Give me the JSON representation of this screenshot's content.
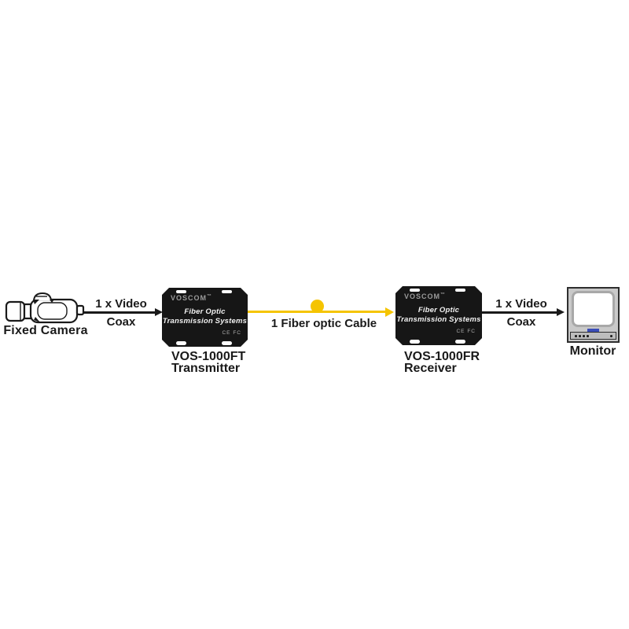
{
  "colors": {
    "fiber": "#F5C400",
    "ink": "#1a1a1a",
    "device_bg": "#161616",
    "device_text": "#f2f2f2",
    "brand_text": "#9a9a9a",
    "monitor_frame": "#c9c9c9",
    "monitor_accent": "#3b4db8"
  },
  "camera": {
    "label": "Fixed Camera"
  },
  "coax_left": {
    "line1": "1 x Video",
    "line2": "Coax"
  },
  "transmitter": {
    "brand": "VOSCOM",
    "trademark": "™",
    "tagline1": "Fiber Optic",
    "tagline2": "Transmission Systems",
    "cert1": "CE",
    "cert2": "FC",
    "model": "VOS-1000FT",
    "role": "Transmitter"
  },
  "fiber": {
    "label": "1 Fiber optic Cable"
  },
  "receiver": {
    "brand": "VOSCOM",
    "trademark": "™",
    "tagline1": "Fiber Optic",
    "tagline2": "Transmission Systems",
    "cert1": "CE",
    "cert2": "FC",
    "model": "VOS-1000FR",
    "role": "Receiver"
  },
  "coax_right": {
    "line1": "1 x Video",
    "line2": "Coax"
  },
  "monitor": {
    "label": "Monitor"
  }
}
